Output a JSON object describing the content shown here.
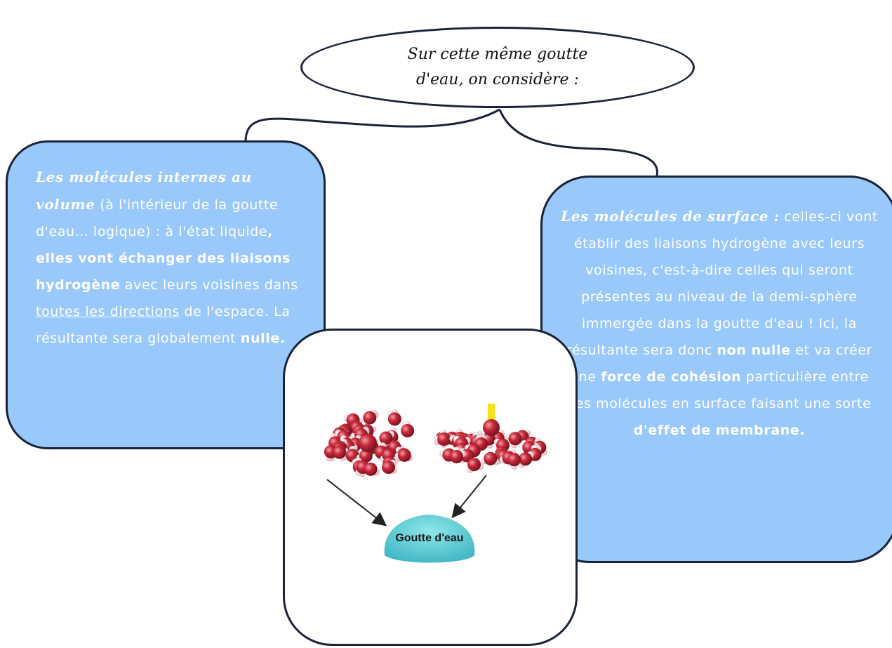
{
  "title": {
    "line1": "Sur cette même goutte",
    "line2": "d'eau, on considère :"
  },
  "left_box": {
    "heading": "Les molécules internes au volume",
    "t1": " (à l'intérieur de la goutte d'eau… logique) : à l'état liquide",
    "b1": ", elles vont échanger des liaisons hydrogène",
    "t2": " avec leurs voisines dans ",
    "u1": "toutes les directions",
    "t3": " de l'espace. La résultante sera globalement ",
    "b2": "nulle."
  },
  "right_box": {
    "heading": "Les molécules de surface :",
    "t1": " celles-ci vont établir des liaisons hydrogène avec leurs voisines, c'est-à-dire celles qui seront présentes au niveau de la demi-sphère immergée dans la goutte d'eau ! Ici, la résultante sera donc ",
    "b1": "non nulle",
    "t2": " et va créer une ",
    "b2": "force de cohésion",
    "t3": " particulière entre ces molécules en surface faisant une sorte ",
    "b3": "d'effet de membrane."
  },
  "image": {
    "drop_label": "Goutte d'eau"
  },
  "colors": {
    "box_fill": "#99c8fb",
    "outline": "#1a2338",
    "oxygen": "#c8293a",
    "hydrogen": "#f4d6d9",
    "drop": "#5fcfd8",
    "marker": "#f7e21a"
  }
}
